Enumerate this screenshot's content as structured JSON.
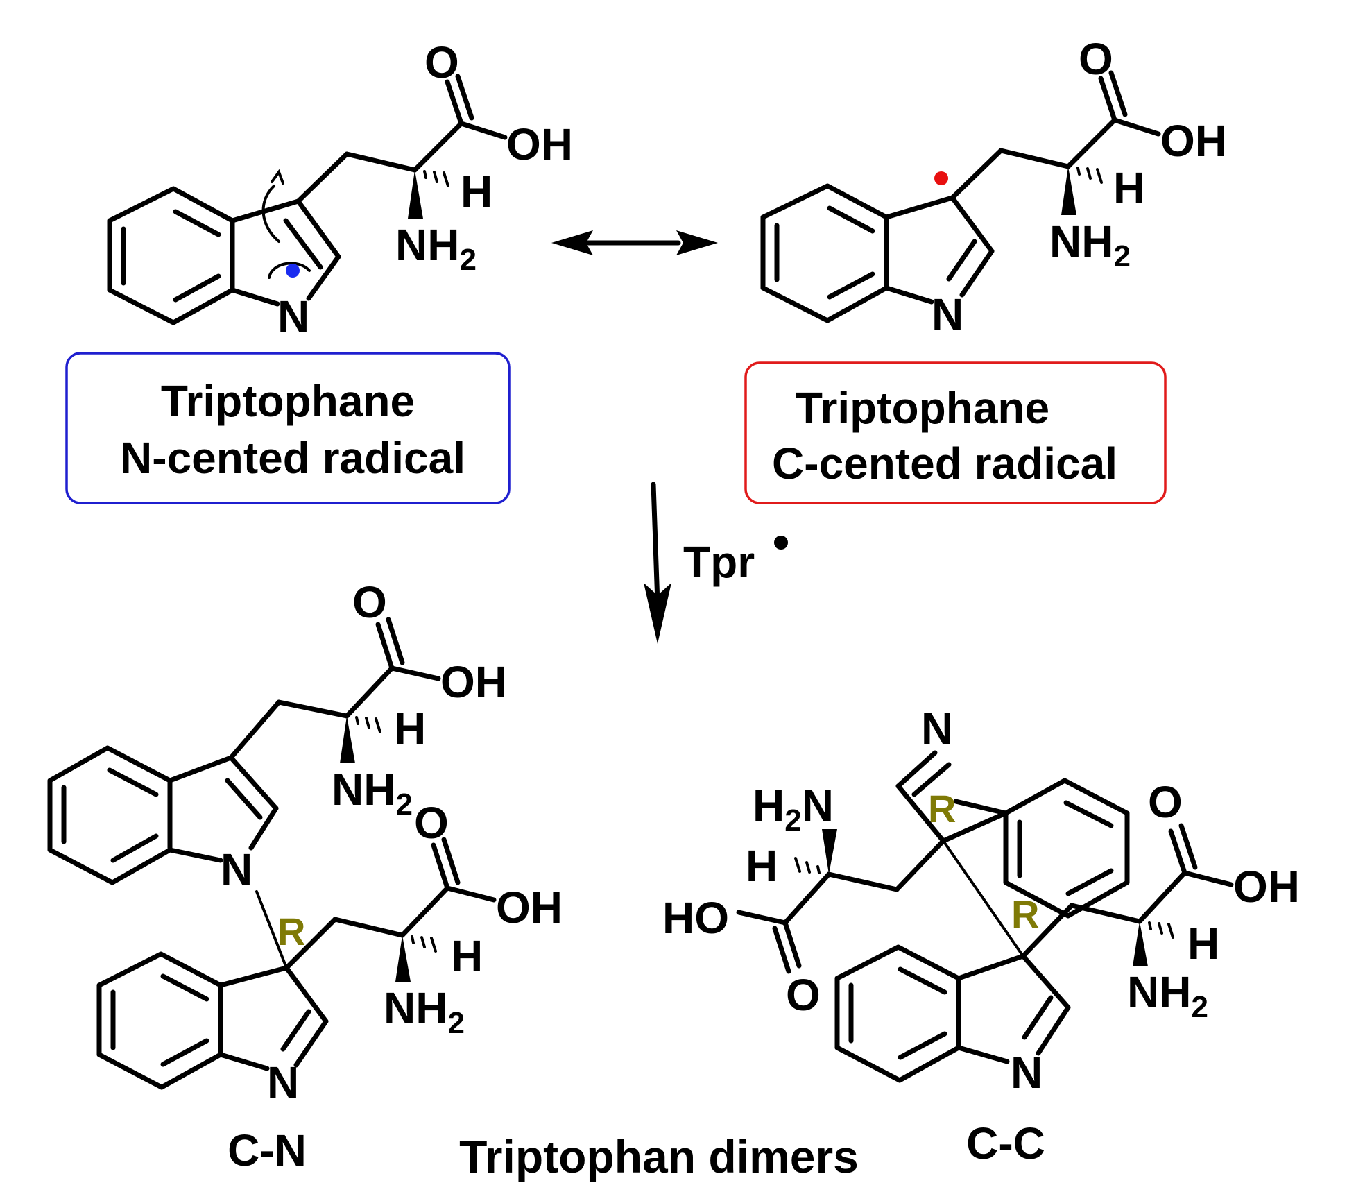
{
  "colors": {
    "n_radical_box": "#1f1fcf",
    "c_radical_box": "#e01b1b",
    "n_radical_dot": "#1a2cf0",
    "c_radical_dot": "#e81010",
    "stereo_label": "#7f7a06",
    "ink": "#000000"
  },
  "atoms": {
    "O": "O",
    "OH": "OH",
    "H": "H",
    "N": "N",
    "NH": "NH",
    "H2": "2",
    "HO": "HO",
    "H2N_H": "H",
    "H2N_N": "N",
    "H2N_2": "2"
  },
  "boxes": {
    "n_radical": {
      "line1": "Triptophane",
      "line2": "N-cented radical"
    },
    "c_radical": {
      "line1": "Triptophane",
      "line2": "C-cented radical"
    }
  },
  "reagent": {
    "label": "Tpr"
  },
  "stereo_label": "R",
  "products": {
    "cn_label": "C-N",
    "cc_label": "C-C",
    "caption": "Triptophan dimers"
  },
  "icons": {
    "resonance_arrow": "double-headed-arrow-icon",
    "reaction_arrow": "down-arrow-icon",
    "curved_arrow": "curved-arrow-icon",
    "radical_dot": "radical-dot-icon"
  }
}
